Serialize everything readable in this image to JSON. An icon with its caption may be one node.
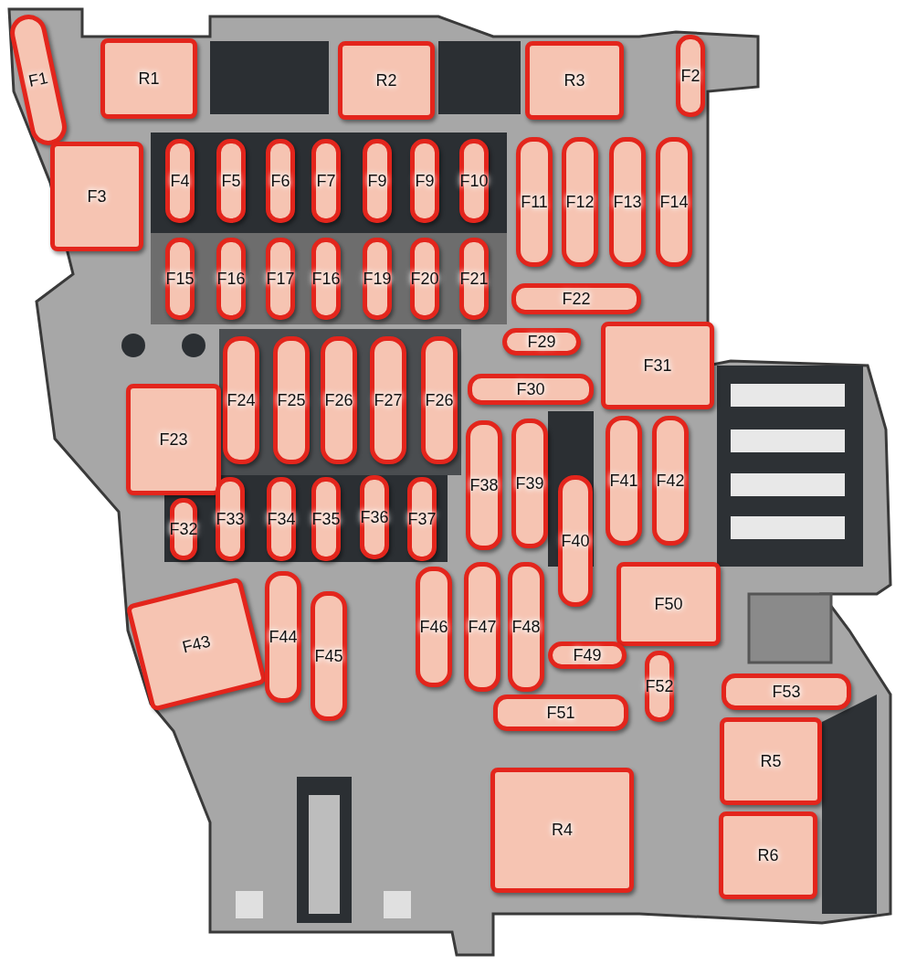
{
  "diagram": {
    "nodes": [
      {
        "text": [
          "F1"
        ]
      },
      {
        "text": [
          "R1"
        ]
      },
      {
        "text": [
          "R2"
        ]
      },
      {
        "text": [
          "R3"
        ]
      },
      {
        "text": [
          "F2"
        ]
      },
      {
        "text": [
          "F3"
        ]
      },
      {
        "text": [
          "F4"
        ]
      },
      {
        "text": [
          "F5"
        ]
      },
      {
        "text": [
          "F6"
        ]
      },
      {
        "text": [
          "F7"
        ]
      },
      {
        "text": [
          "F9"
        ]
      },
      {
        "text": [
          "F9"
        ]
      },
      {
        "text": [
          "F10"
        ]
      },
      {
        "text": [
          "F11"
        ]
      },
      {
        "text": [
          "F12"
        ]
      },
      {
        "text": [
          "F13"
        ]
      },
      {
        "text": [
          "F14"
        ]
      },
      {
        "text": [
          "F15"
        ]
      },
      {
        "text": [
          "F16"
        ]
      },
      {
        "text": [
          "F17"
        ]
      },
      {
        "text": [
          "F16"
        ]
      },
      {
        "text": [
          "F19"
        ]
      },
      {
        "text": [
          "F20"
        ]
      },
      {
        "text": [
          "F21"
        ]
      },
      {
        "text": [
          "F22"
        ]
      },
      {
        "text": [
          "F29"
        ]
      },
      {
        "text": [
          "F31"
        ]
      },
      {
        "text": [
          "F30"
        ]
      },
      {
        "text": [
          "F23"
        ]
      },
      {
        "text": [
          "F24"
        ]
      },
      {
        "text": [
          "F25"
        ]
      },
      {
        "text": [
          "F26"
        ]
      },
      {
        "text": [
          "F27"
        ]
      },
      {
        "text": [
          "F26"
        ]
      },
      {
        "text": [
          "F38"
        ]
      },
      {
        "text": [
          "F39"
        ]
      },
      {
        "text": [
          "F41"
        ]
      },
      {
        "text": [
          "F42"
        ]
      },
      {
        "text": [
          "F32"
        ]
      },
      {
        "text": [
          "F33"
        ]
      },
      {
        "text": [
          "F34"
        ]
      },
      {
        "text": [
          "F35"
        ]
      },
      {
        "text": [
          "F36"
        ]
      },
      {
        "text": [
          "F37"
        ]
      },
      {
        "text": [
          "F40"
        ]
      },
      {
        "text": [
          "F50"
        ]
      },
      {
        "text": [
          "F43"
        ]
      },
      {
        "text": [
          "F44"
        ]
      },
      {
        "text": [
          "F45"
        ]
      },
      {
        "text": [
          "F46"
        ]
      },
      {
        "text": [
          "F47"
        ]
      },
      {
        "text": [
          "F48"
        ]
      },
      {
        "text": [
          "F49"
        ]
      },
      {
        "text": [
          "F52"
        ]
      },
      {
        "text": [
          "F53"
        ]
      },
      {
        "text": [
          "F51"
        ]
      },
      {
        "text": [
          "R5"
        ]
      },
      {
        "text": [
          "R4"
        ]
      },
      {
        "text": [
          "R6"
        ]
      }
    ]
  }
}
